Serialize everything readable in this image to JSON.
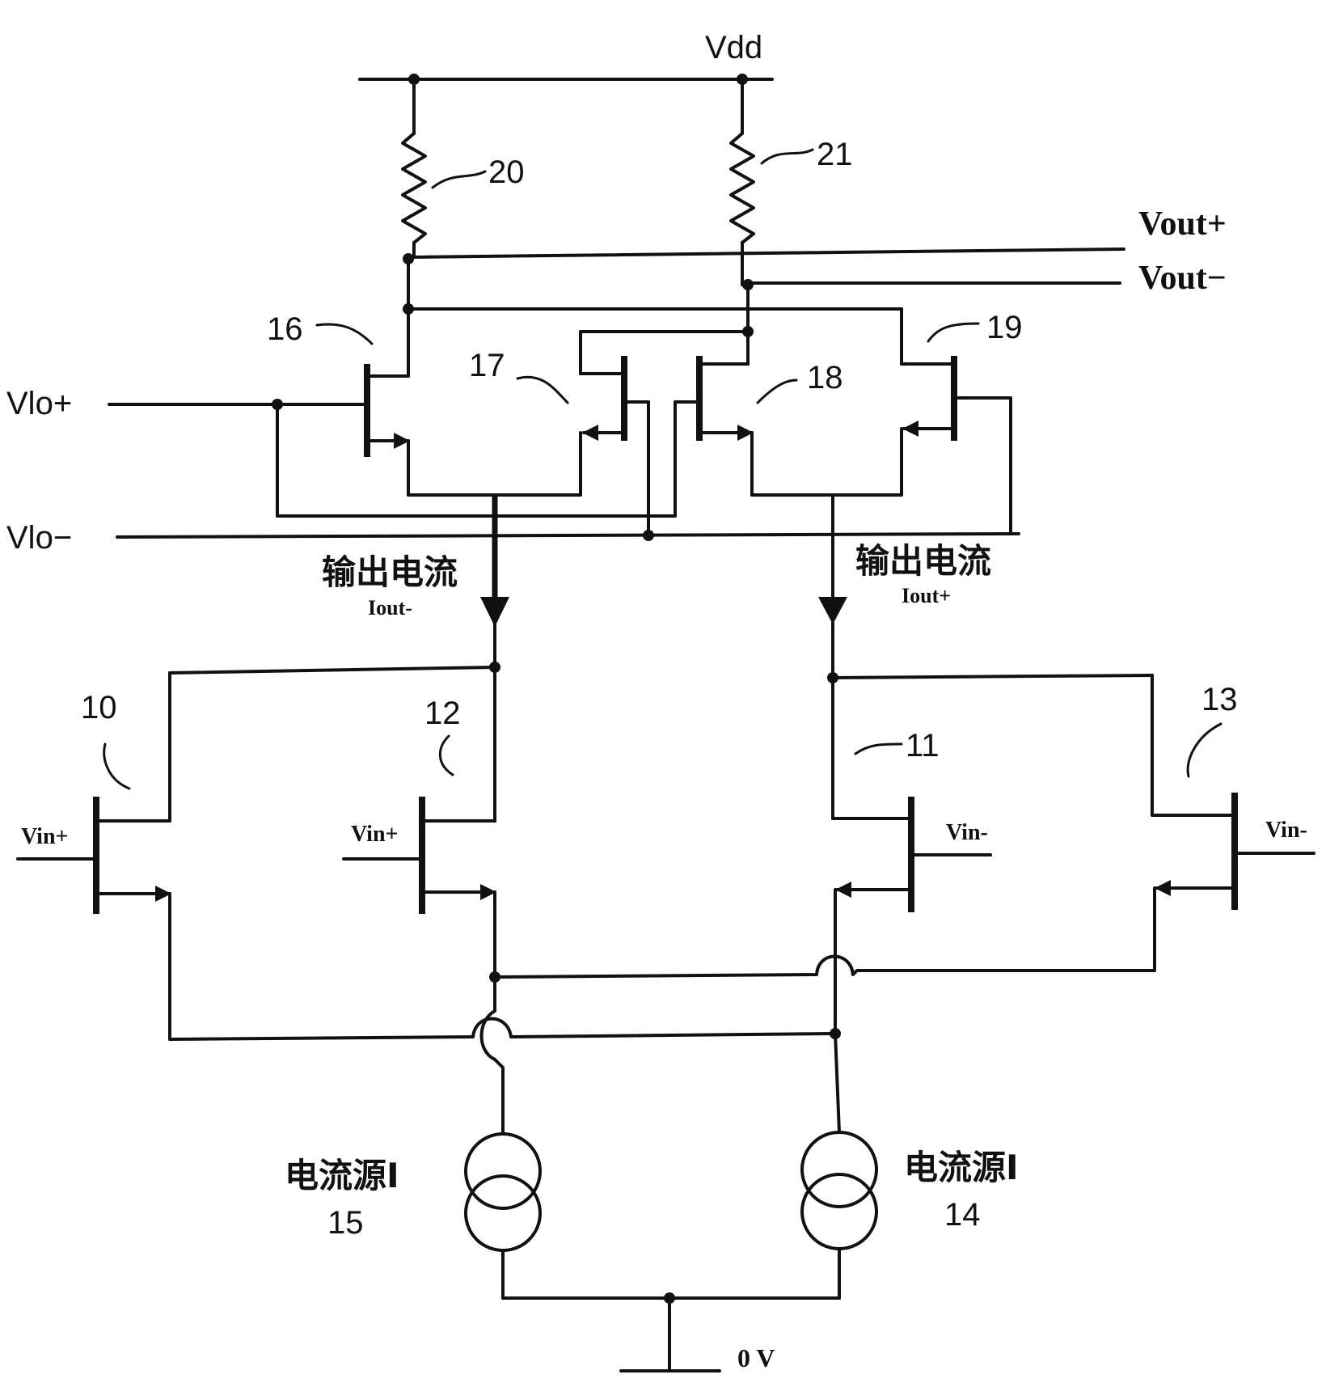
{
  "rails": {
    "vdd": "Vdd",
    "ground": "0 V"
  },
  "outputs": {
    "vout_plus": "Vout+",
    "vout_minus": "Vout−"
  },
  "control_inputs": {
    "vlo_plus": "Vlo+",
    "vlo_minus": "Vlo−"
  },
  "output_currents": {
    "left_label": "输出电流",
    "left_sub": "Iout-",
    "right_label": "输出电流",
    "right_sub": "Iout+"
  },
  "resistors": {
    "r20": "20",
    "r21": "21"
  },
  "transistors": {
    "t10": "10",
    "t11": "11",
    "t12": "12",
    "t13": "13",
    "t16": "16",
    "t17": "17",
    "t18": "18",
    "t19": "19"
  },
  "inputs": {
    "vin_plus": "Vin+",
    "vin_minus": "Vin-"
  },
  "current_sources": {
    "left_label": "电流源I",
    "left_number": "15",
    "right_label": "电流源I",
    "right_number": "14"
  }
}
